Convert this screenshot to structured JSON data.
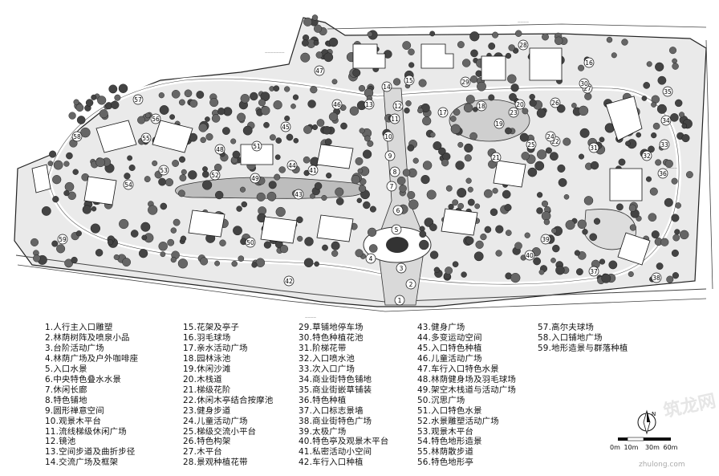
{
  "legend": {
    "columns": [
      [
        "1.人行主入口雕塑",
        "2.林荫树阵及喷泉小品",
        "3.台阶活动广场",
        "4.林荫广场及户外咖啡座",
        "5.入口水景",
        "6.中央特色叠水水景",
        "7.休闲长廊",
        "8.特色铺地",
        "9.圆形禅意空间",
        "10.观景木平台",
        "11.流线梯级休闲广场",
        "12.镜池",
        "13.空间步道及曲折步径",
        "14.交流广场及框架"
      ],
      [
        "15.花架及亭子",
        "16.羽毛球场",
        "17.亲水活动广场",
        "18.园林泳池",
        "19.休闲沙滩",
        "20.木栈道",
        "21.梯级花阶",
        "22.休闲木亭结合按摩池",
        "23.健身步道",
        "24.儿童活动广场",
        "25.梯级交流小平台",
        "26.特色构架",
        "27.木平台",
        "28.景观种植花带"
      ],
      [
        "29.草铺地停车场",
        "30.特色种植花池",
        "31.阶梯花带",
        "32.入口喷水池",
        "33.次入口广场",
        "34.商业街特色铺地",
        "35.商业街嵌草铺装",
        "36.特色种植",
        "37.入口标志景墙",
        "38.商业街特色广场",
        "39.太极广场",
        "40.特色亭及观景木平台",
        "41.私密活动小空间",
        "42.车行入口种植"
      ],
      [
        "43.健身广场",
        "44.多变运动空间",
        "45.入口特色种植",
        "46.儿童活动广场",
        "47.车行入口特色水景",
        "48.林荫健身场及羽毛球场",
        "49.架空木栈道与活动广场",
        "50.沉思广场",
        "51.入口特色水景",
        "52.水景雕塑活动广场",
        "53.观景木平台",
        "54.特色地形造景",
        "55.林荫散步道",
        "56.特色地形亭"
      ],
      [
        "57.高尔夫球场",
        "58.入口铺地广场",
        "59.地形造景与群落种植"
      ]
    ]
  },
  "plan_labels": {
    "nums": [
      "1",
      "2",
      "3",
      "4",
      "5",
      "6",
      "7",
      "8",
      "9",
      "10",
      "11",
      "12",
      "13",
      "14",
      "15",
      "16",
      "17",
      "18",
      "19",
      "20",
      "21",
      "22",
      "23",
      "24",
      "25",
      "26",
      "27",
      "28",
      "29",
      "30",
      "31",
      "32",
      "33",
      "34",
      "35",
      "36",
      "37",
      "38",
      "39",
      "40",
      "41",
      "42",
      "43",
      "44",
      "45",
      "46",
      "47",
      "48",
      "49",
      "50",
      "51",
      "52",
      "53",
      "54",
      "55",
      "56",
      "57",
      "58",
      "59"
    ]
  },
  "scale": {
    "zero": "0m",
    "tick1": "10m",
    "tick2": "30m",
    "tick3": "60m",
    "north": "N"
  },
  "watermark": "zhulong.com",
  "watermark_logo": "筑龙网"
}
